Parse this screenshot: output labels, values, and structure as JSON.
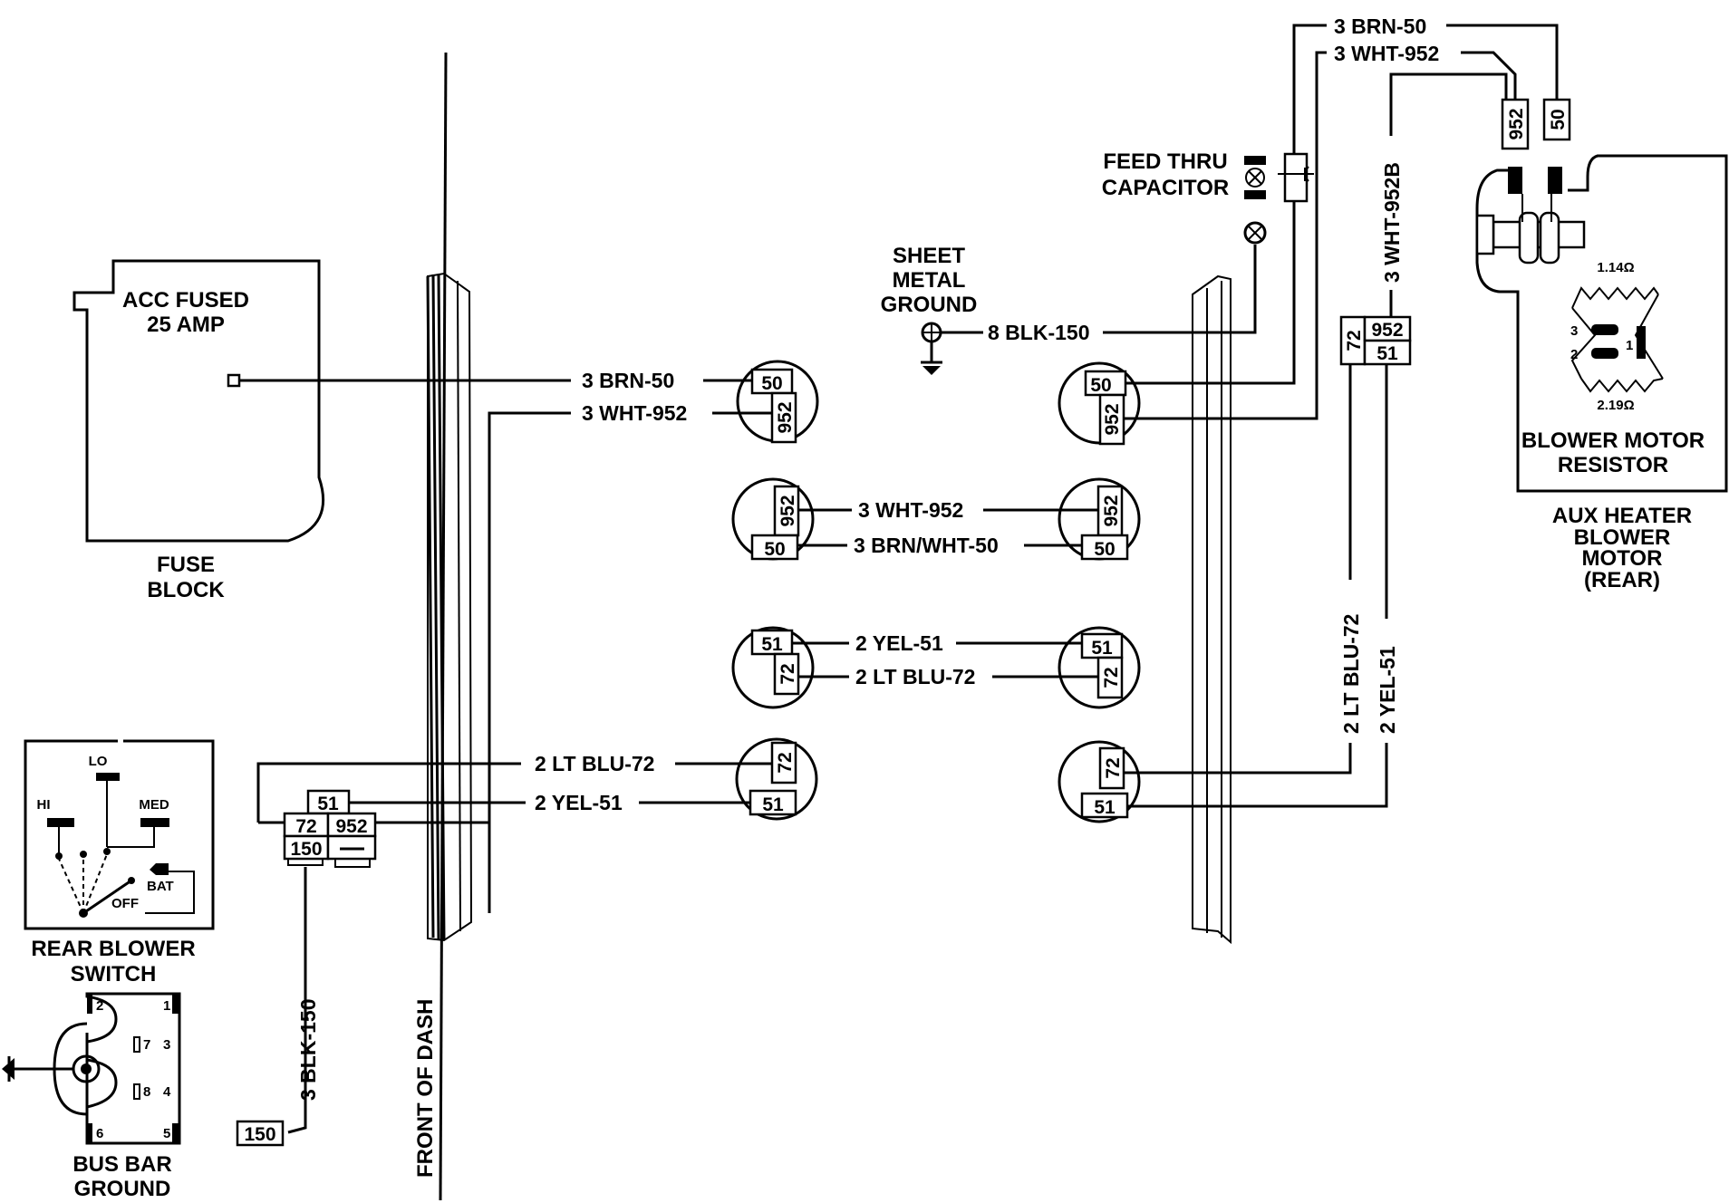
{
  "components": {
    "fuse_block": {
      "label_lines": [
        "FUSE",
        "BLOCK"
      ],
      "inner_lines": [
        "ACC FUSED",
        "25 AMP"
      ]
    },
    "rear_blower_switch": {
      "label_lines": [
        "REAR BLOWER",
        "SWITCH"
      ],
      "positions": [
        "LO",
        "HI",
        "MED",
        "BAT",
        "OFF"
      ]
    },
    "bus_bar_ground": {
      "label_lines": [
        "BUS BAR",
        "GROUND"
      ],
      "pins": [
        "2",
        "1",
        "3",
        "7",
        "8",
        "4",
        "6",
        "5"
      ]
    },
    "front_of_dash": {
      "label": "FRONT OF DASH"
    },
    "sheet_metal_ground": {
      "label_lines": [
        "SHEET",
        "METAL",
        "GROUND"
      ]
    },
    "feed_thru_capacitor": {
      "label_lines": [
        "FEED THRU",
        "CAPACITOR"
      ]
    },
    "blower_motor_resistor": {
      "label_lines": [
        "BLOWER MOTOR",
        "RESISTOR"
      ],
      "values": [
        "1.14Ω",
        "2.19Ω"
      ],
      "terminals": [
        "3",
        "2",
        "1"
      ]
    },
    "aux_heater_blower_motor": {
      "label_lines": [
        "AUX HEATER",
        "BLOWER",
        "MOTOR",
        "(REAR)"
      ]
    }
  },
  "wires": {
    "brn50": "3 BRN-50",
    "wht952": "3 WHT-952",
    "wht952_mid": "3 WHT-952",
    "brnwht50": "3 BRN/WHT-50",
    "yel51_mid": "2 YEL-51",
    "ltblu72_mid": "2 LT BLU-72",
    "ltblu72_left": "2 LT BLU-72",
    "yel51_left": "2 YEL-51",
    "blk150_gnd": "8 BLK-150",
    "blk150_switch": "3 BLK-150",
    "brn50_top": "3 BRN-50",
    "wht952_top": "3 WHT-952",
    "wht952b": "3 WHT-952B",
    "ltblu72_right": "2 LT BLU-72",
    "yel51_right": "2 YEL-51"
  },
  "pins": {
    "p50": "50",
    "p952": "952",
    "p51": "51",
    "p72": "72",
    "p150": "150"
  }
}
